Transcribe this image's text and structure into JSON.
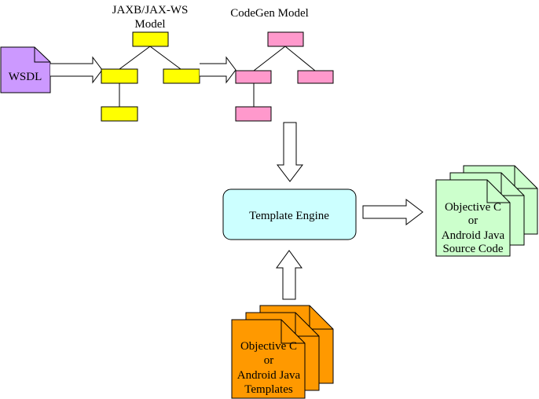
{
  "wsdl": {
    "label": "WSDL"
  },
  "jaxb_model": {
    "title_line1": "JAXB/JAX-WS",
    "title_line2": "Model"
  },
  "codegen_model": {
    "title": "CodeGen Model"
  },
  "template_engine": {
    "label": "Template Engine"
  },
  "source_code": {
    "lines": [
      "Objective C",
      "or",
      "Android Java",
      "Source Code"
    ]
  },
  "templates": {
    "lines": [
      "Objective C",
      "or",
      "Android Java",
      "Templates"
    ]
  },
  "colors": {
    "wsdl_fill": "#cc99ff",
    "jaxb_fill": "#ffff00",
    "codegen_fill": "#ff99cc",
    "engine_fill": "#ccffff",
    "source_fill": "#ccffcc",
    "template_fill": "#ff9900"
  }
}
